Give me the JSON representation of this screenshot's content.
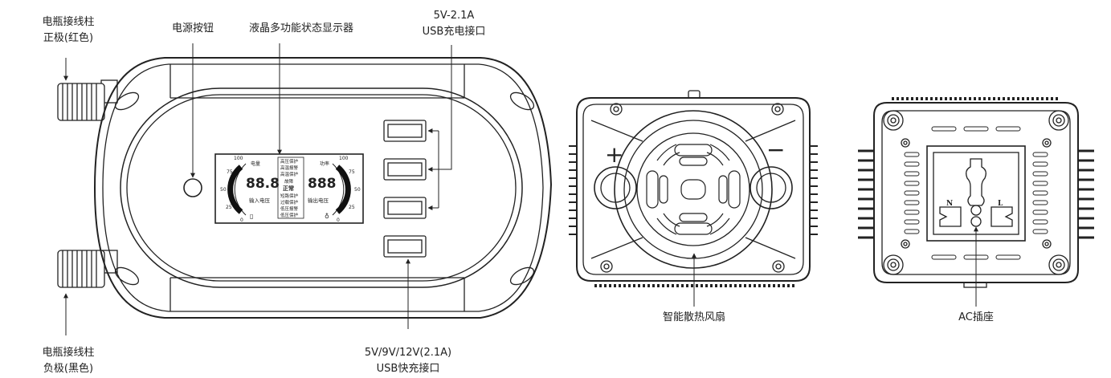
{
  "labels": {
    "pos_terminal_line1": "电瓶接线柱",
    "pos_terminal_line2": "正极(红色)",
    "power_button": "电源按钮",
    "lcd_display": "液晶多功能状态显示器",
    "usb_charge_line1": "5V-2.1A",
    "usb_charge_line2": "USB充电接口",
    "neg_terminal_line1": "电瓶接线柱",
    "neg_terminal_line2": "负极(黑色)",
    "usb_fast_line1": "5V/9V/12V(2.1A)",
    "usb_fast_line2": "USB快充接口",
    "fan": "智能散热风扇",
    "ac_socket": "AC插座"
  },
  "lcd": {
    "left_scale": [
      "100",
      "75",
      "50",
      "25",
      "0"
    ],
    "right_scale": [
      "100",
      "75",
      "50",
      "25",
      "0"
    ],
    "left_title": "电量",
    "right_title": "功率",
    "left_digits": "88.8",
    "right_digits": "888",
    "left_caption": "输入电压",
    "right_caption": "输出电压",
    "status_items": [
      "高压保护",
      "高温报警",
      "高温保护",
      "故障",
      "正常",
      "短路保护",
      "过载保护",
      "低压报警",
      "低压保护"
    ]
  },
  "fan_panel": {
    "plus": "+",
    "minus": "−"
  },
  "socket": {
    "n": "N",
    "l": "L"
  }
}
